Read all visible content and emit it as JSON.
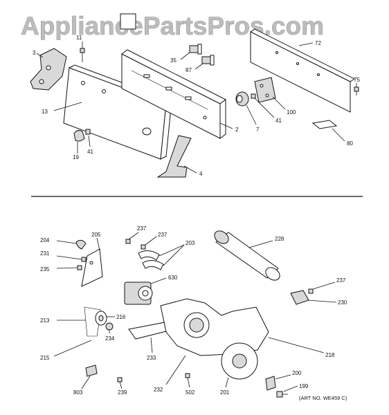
{
  "watermark": "AppliancePartsPros.com",
  "art_number": "(ART NO. WE459 C)",
  "labels": {
    "p11": "11",
    "p3": "3",
    "p13": "13",
    "p19": "19",
    "p41a": "41",
    "p35": "35",
    "p87": "87",
    "p2": "2",
    "p4": "4",
    "p72": "72",
    "p75": "75",
    "p100": "100",
    "p41b": "41",
    "p7": "7",
    "p80": "80",
    "p204": "204",
    "p205": "205",
    "p231": "231",
    "p235": "235",
    "p237a": "237",
    "p237b": "237",
    "p203": "203",
    "p228": "228",
    "p630": "630",
    "p213": "213",
    "p216": "216",
    "p234": "234",
    "p215": "215",
    "p233": "233",
    "p218": "218",
    "p237c": "237",
    "p230": "230",
    "p803": "803",
    "p239": "239",
    "p232": "232",
    "p502": "502",
    "p201": "201",
    "p200": "200",
    "p199": "199"
  }
}
